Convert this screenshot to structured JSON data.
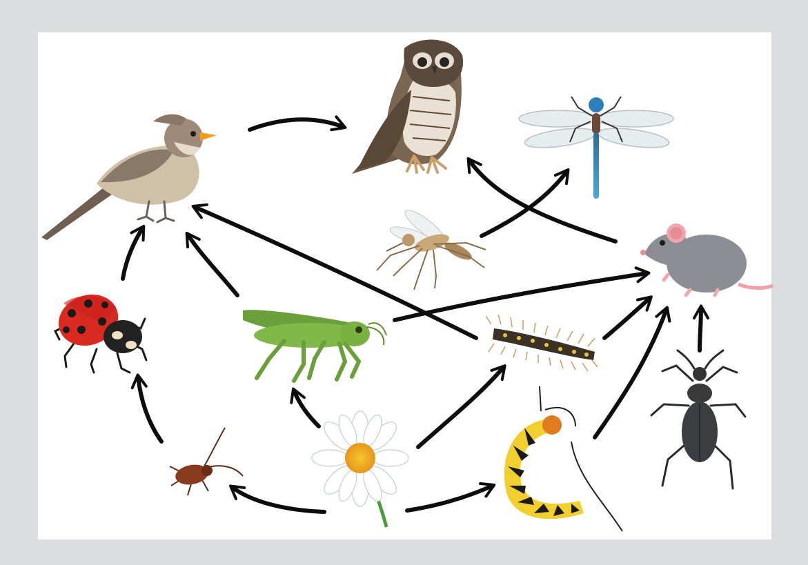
{
  "diagram": {
    "type": "food-web",
    "nodes": [
      {
        "id": "owl",
        "icon": "owl-icon"
      },
      {
        "id": "sparrow",
        "icon": "sparrow-icon"
      },
      {
        "id": "dragonfly",
        "icon": "dragonfly-icon"
      },
      {
        "id": "mosquito",
        "icon": "mosquito-icon"
      },
      {
        "id": "mouse",
        "icon": "mouse-icon"
      },
      {
        "id": "ladybug",
        "icon": "ladybug-icon"
      },
      {
        "id": "grasshopper",
        "icon": "grasshopper-icon"
      },
      {
        "id": "hairy-caterpillar",
        "icon": "hairy-caterpillar-icon"
      },
      {
        "id": "cockroach",
        "icon": "cockroach-icon"
      },
      {
        "id": "daisy",
        "icon": "daisy-icon"
      },
      {
        "id": "swallowtail-caterpillar",
        "icon": "swallowtail-caterpillar-icon"
      },
      {
        "id": "ground-beetle",
        "icon": "ground-beetle-icon"
      }
    ],
    "edges": [
      {
        "from": "sparrow",
        "to": "owl"
      },
      {
        "from": "mouse",
        "to": "owl"
      },
      {
        "from": "mosquito",
        "to": "dragonfly"
      },
      {
        "from": "ladybug",
        "to": "sparrow"
      },
      {
        "from": "grasshopper",
        "to": "sparrow"
      },
      {
        "from": "hairy-caterpillar",
        "to": "sparrow"
      },
      {
        "from": "grasshopper",
        "to": "mouse"
      },
      {
        "from": "hairy-caterpillar",
        "to": "mouse"
      },
      {
        "from": "swallowtail-caterpillar",
        "to": "mouse"
      },
      {
        "from": "ground-beetle",
        "to": "mouse"
      },
      {
        "from": "cockroach",
        "to": "ladybug"
      },
      {
        "from": "daisy",
        "to": "grasshopper"
      },
      {
        "from": "daisy",
        "to": "hairy-caterpillar"
      },
      {
        "from": "daisy",
        "to": "cockroach"
      },
      {
        "from": "daisy",
        "to": "swallowtail-caterpillar"
      }
    ]
  },
  "colors": {
    "background": "#dcdddf",
    "panel": "#ffffff",
    "arrow": "#0d0d0d"
  }
}
